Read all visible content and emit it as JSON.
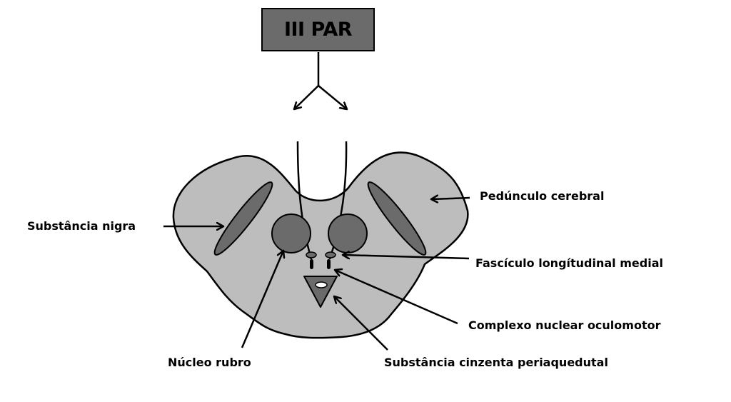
{
  "title": "III PAR",
  "labels": {
    "peduncle": "Pedúnculo cerebral",
    "nigra": "Substância nigra",
    "mlf": "Fascículo longítudinal medial",
    "oculomotor_nucleus": "Complexo nuclear oculomotor",
    "red_nucleus": "Núcleo rubro",
    "periaqueductal": "Substância cinzenta periaquedutal"
  },
  "colors": {
    "midbrain_fill": "#bdbdbd",
    "structure_fill": "#6b6b6b",
    "title_fill": "#6b6b6b",
    "stroke": "#000000"
  }
}
